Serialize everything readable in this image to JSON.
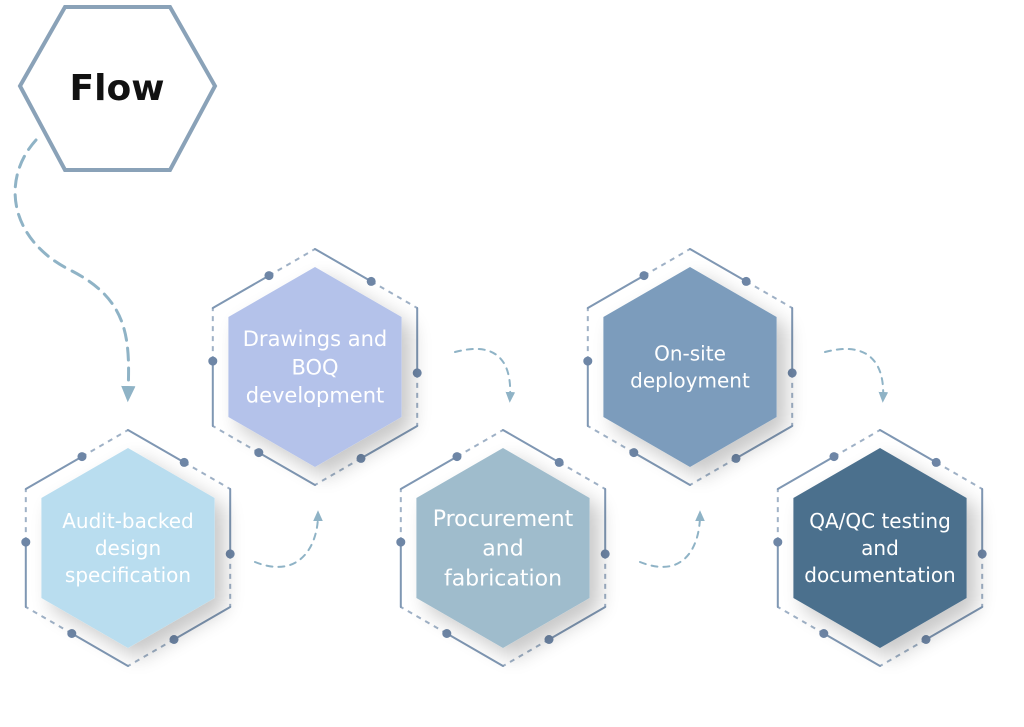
{
  "title": "Flow",
  "steps": [
    {
      "lines": [
        "Audit-backed",
        "design",
        "specification"
      ]
    },
    {
      "lines": [
        "Drawings and",
        "BOQ",
        "development"
      ]
    },
    {
      "lines": [
        "Procurement",
        "and",
        "fabrication"
      ]
    },
    {
      "lines": [
        "On-site",
        "deployment"
      ]
    },
    {
      "lines": [
        "QA/QC testing",
        "and",
        "documentation"
      ]
    }
  ],
  "colors": {
    "title_outline": "#8aa2b8",
    "connector": "#8fb3c6",
    "frame_line": "#7f97b3",
    "frame_dot": "#6e86a6",
    "step_fills": [
      "#b9ddef",
      "#b4c2ea",
      "#9fbccc",
      "#7b9cbc",
      "#4c6f8d"
    ]
  }
}
